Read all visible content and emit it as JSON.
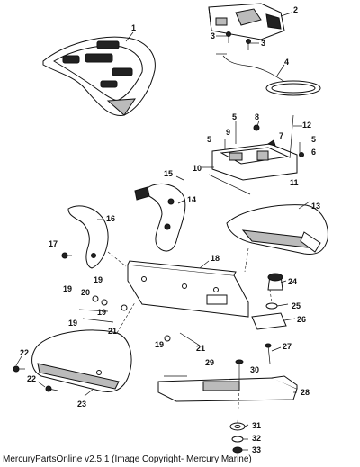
{
  "callouts": [
    "1",
    "2",
    "3",
    "3",
    "4",
    "5",
    "8",
    "9",
    "7",
    "12",
    "5",
    "5",
    "6",
    "10",
    "11",
    "15",
    "14",
    "13",
    "16",
    "17",
    "18",
    "24",
    "19",
    "19",
    "20",
    "25",
    "19",
    "19",
    "26",
    "21",
    "19",
    "21",
    "27",
    "22",
    "22",
    "29",
    "30",
    "23",
    "28",
    "31",
    "32",
    "33"
  ],
  "footer": "MercuryPartsOnline v2.5.1 (Image Copyright- Mercury Marine)"
}
